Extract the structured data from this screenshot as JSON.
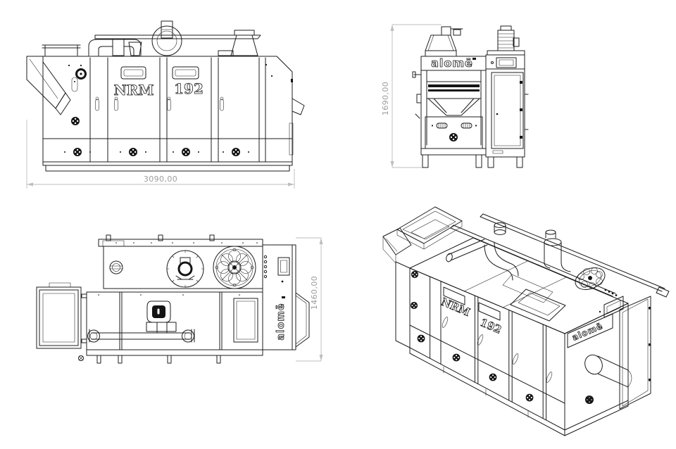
{
  "drawing": {
    "brand": "alomē",
    "model_series": "NRM",
    "model_number": "192",
    "colors": {
      "background": "#ffffff",
      "line": "#1c1c1c",
      "dimension_line": "#bdbdbd",
      "dimension_text": "#9c9c9c"
    },
    "views": {
      "front": {
        "dimension": "3090,00"
      },
      "side": {
        "dimension": "1690,00"
      },
      "plan": {
        "dimension": "1460,00"
      }
    }
  }
}
